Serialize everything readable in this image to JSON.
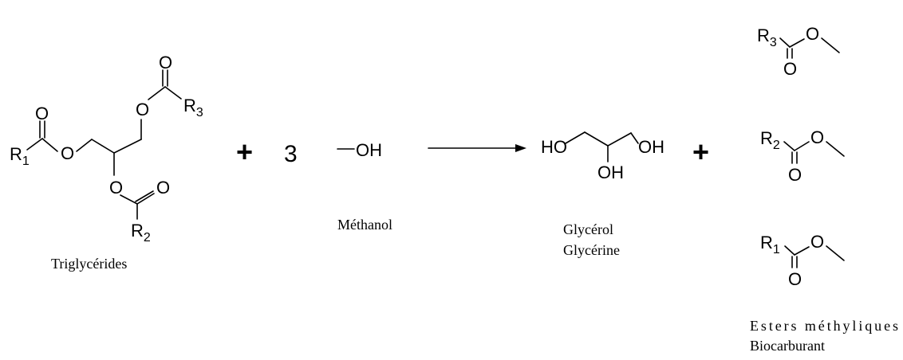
{
  "atoms": {
    "oxygen": "O",
    "hydroxyl": "OH",
    "hydroxyl_left": "HO",
    "r_group": "R",
    "sub1": "1",
    "sub2": "2",
    "sub3": "3"
  },
  "equation": {
    "plus": "+",
    "coefficient": "3",
    "arrow_icon": "reaction-arrow-icon"
  },
  "labels": {
    "triglycerides": "Triglycérides",
    "methanol": "Méthanol",
    "glycerol": "Glycérol",
    "glycerine": "Glycérine",
    "esters": "Esters méthyliques",
    "biofuel": "Biocarburant"
  }
}
